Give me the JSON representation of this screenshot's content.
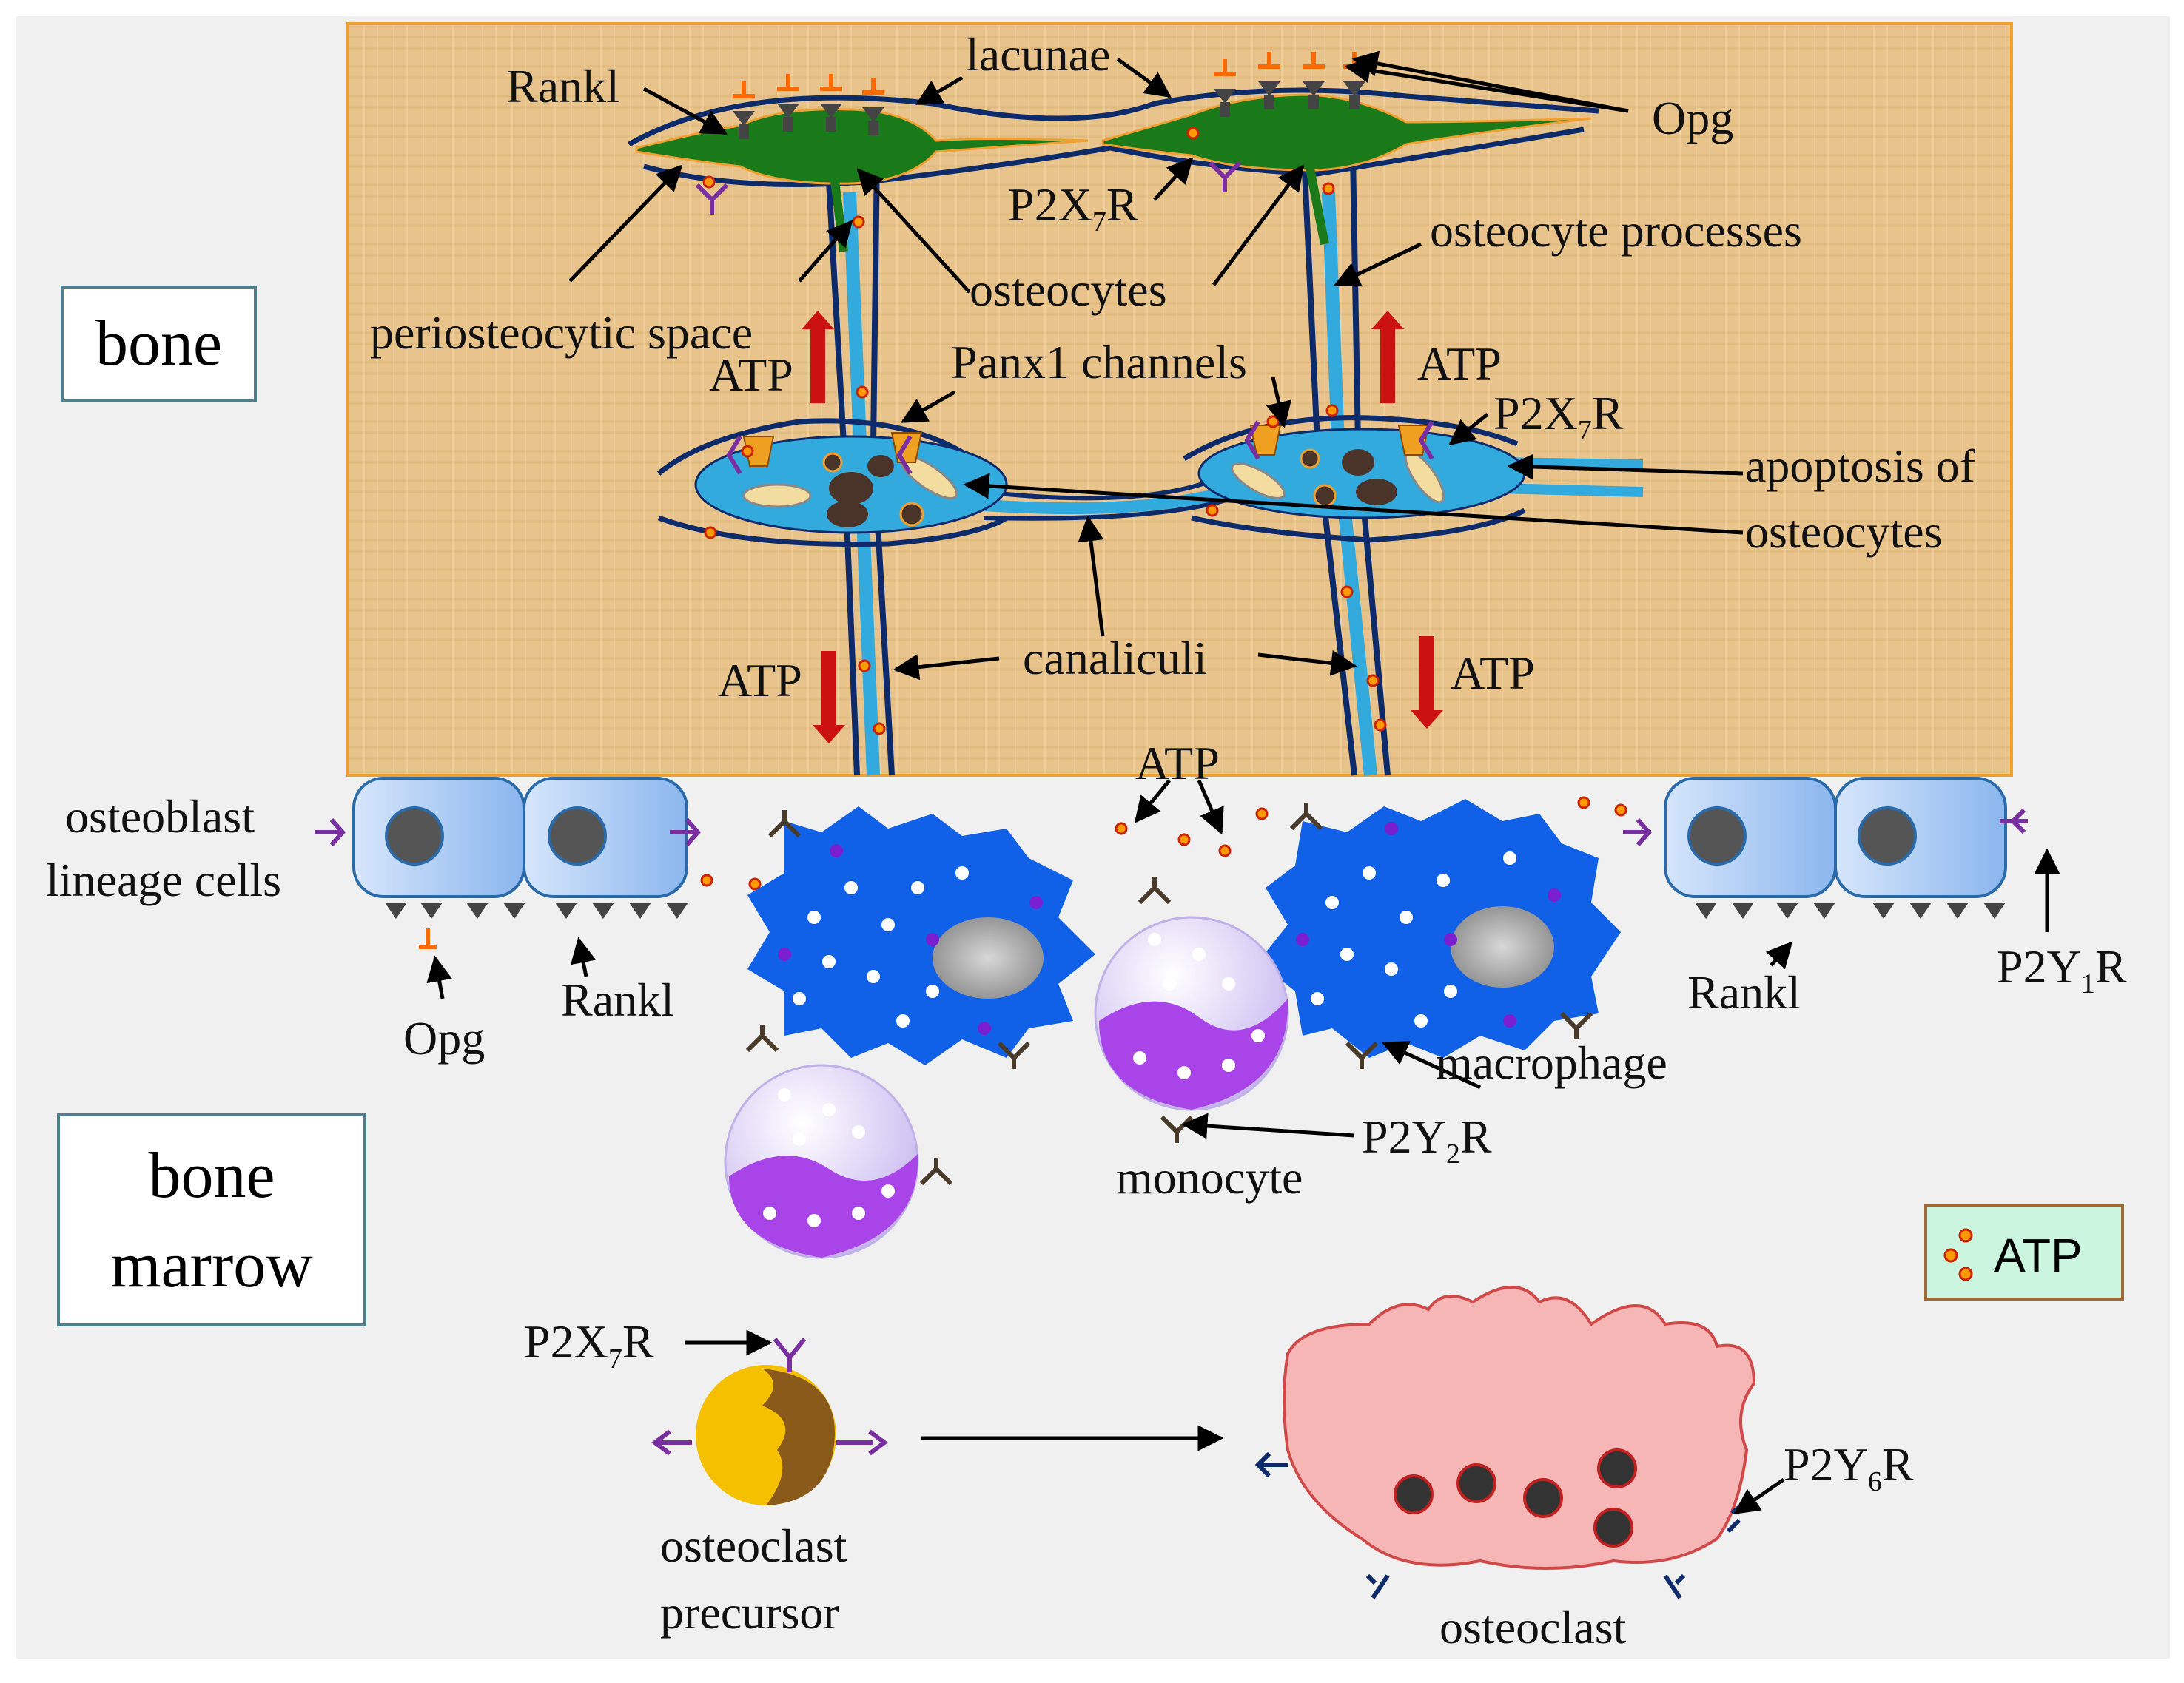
{
  "regions": {
    "bone": "bone",
    "bone_marrow_line1": "bone",
    "bone_marrow_line2": "marrow"
  },
  "labels": {
    "rankl_top": "Rankl",
    "lacunae": "lacunae",
    "opg_top": "Opg",
    "p2x7r_top_pre": "P2X",
    "p2x7r_top_sub": "7",
    "p2x7r_top_post": "R",
    "osteocyte_processes": "osteocyte processes",
    "osteocytes": "osteocytes",
    "periosteocytic_space": "periosteocytic space",
    "atp_up_left": "ATP",
    "atp_up_right": "ATP",
    "panx1_channels": "Panx1 channels",
    "p2x7r_mid_pre": "P2X",
    "p2x7r_mid_sub": "7",
    "p2x7r_mid_post": "R",
    "apoptosis_line1": "apoptosis of",
    "apoptosis_line2": "osteocytes",
    "canaliculi": "canaliculi",
    "atp_down_left": "ATP",
    "atp_down_right": "ATP",
    "atp_marrow": "ATP",
    "osteoblast_line1": "osteoblast",
    "osteoblast_line2": "lineage cells",
    "opg_bottom": "Opg",
    "rankl_bottom_left": "Rankl",
    "rankl_bottom_right": "Rankl",
    "p2y1r_pre": "P2Y",
    "p2y1r_sub": "1",
    "p2y1r_post": "R",
    "macrophage": "macrophage",
    "p2y2r_pre": "P2Y",
    "p2y2r_sub": "2",
    "p2y2r_post": "R",
    "monocyte": "monocyte",
    "p2x7r_bottom_pre": "P2X",
    "p2x7r_bottom_sub": "7",
    "p2x7r_bottom_post": "R",
    "osteoclast_precursor_line1": "osteoclast",
    "osteoclast_precursor_line2": "precursor",
    "osteoclast": "osteoclast",
    "p2y6r_pre": "P2Y",
    "p2y6r_sub": "6",
    "p2y6r_post": "R"
  },
  "legend": {
    "label": "ATP"
  },
  "colors": {
    "background": "#f0f0f0",
    "bone_matrix": "#e9c48a",
    "bone_border": "#f0a030",
    "osteocyte_green": "#1a7a1a",
    "apoptotic_cyan": "#33aadd",
    "canaliculi_blue": "#0d2a6b",
    "atp_arrow_red": "#cc1111",
    "osteoblast_blue": "#a8c8f0",
    "macrophage_blue": "#1060e8",
    "monocyte_purple": "#a844e8",
    "precursor_yellow": "#f5c000",
    "osteoclast_pink": "#f7b6b6",
    "legend_bg": "#ccf5e0"
  }
}
